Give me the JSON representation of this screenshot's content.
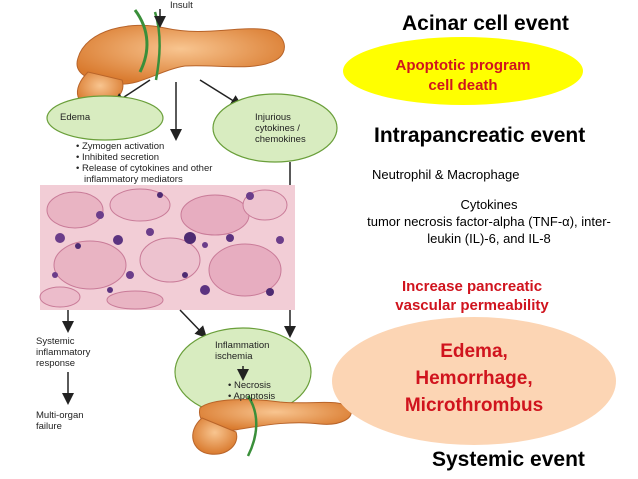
{
  "left_diagram": {
    "insult_label": "Insult",
    "edema_label": "Edema",
    "injurious_label_line1": "Injurious",
    "injurious_label_line2": "cytokines /",
    "injurious_label_line3": "chemokines",
    "bullets": [
      "Zymogen activation",
      "Inhibited secretion",
      "Release of cytokines and other",
      "inflammatory mediators"
    ],
    "systemic_response_line1": "Systemic",
    "systemic_response_line2": "inflammatory",
    "systemic_response_line3": "response",
    "multiorgan_line1": "Multi-organ",
    "multiorgan_line2": "failure",
    "inflammation_line1": "Inflammation",
    "inflammation_line2": "ischemia",
    "necrosis_label": "Necrosis",
    "apoptosis_label": "Apoptosis"
  },
  "right_panel": {
    "acinar_heading": "Acinar cell event",
    "apoptotic_line1": "Apoptotic program",
    "apoptotic_line2": "cell death",
    "intrapancreatic_heading": "Intrapancreatic event",
    "neutrophil_text": "Neutrophil & Macrophage",
    "cytokines_title": "Cytokines",
    "cytokines_line1": "tumor necrosis factor-alpha (TNF-α), inter-",
    "cytokines_line2": "leukin (IL)-6, and IL-8",
    "permeability_line1": "Increase pancreatic",
    "permeability_line2": "vascular permeability",
    "edema_line1": "Edema,",
    "edema_line2": "Hemorrhage,",
    "edema_line3": "Microthrombus",
    "systemic_heading": "Systemic event"
  },
  "colors": {
    "yellow_ellipse": "#ffff00",
    "peach_ellipse": "#fcd5b4",
    "heading_red": "#d0141e",
    "green_ellipse": "#d8ecc0",
    "green_stroke": "#6a9f3a",
    "pancreas_orange": "#e8964c"
  }
}
